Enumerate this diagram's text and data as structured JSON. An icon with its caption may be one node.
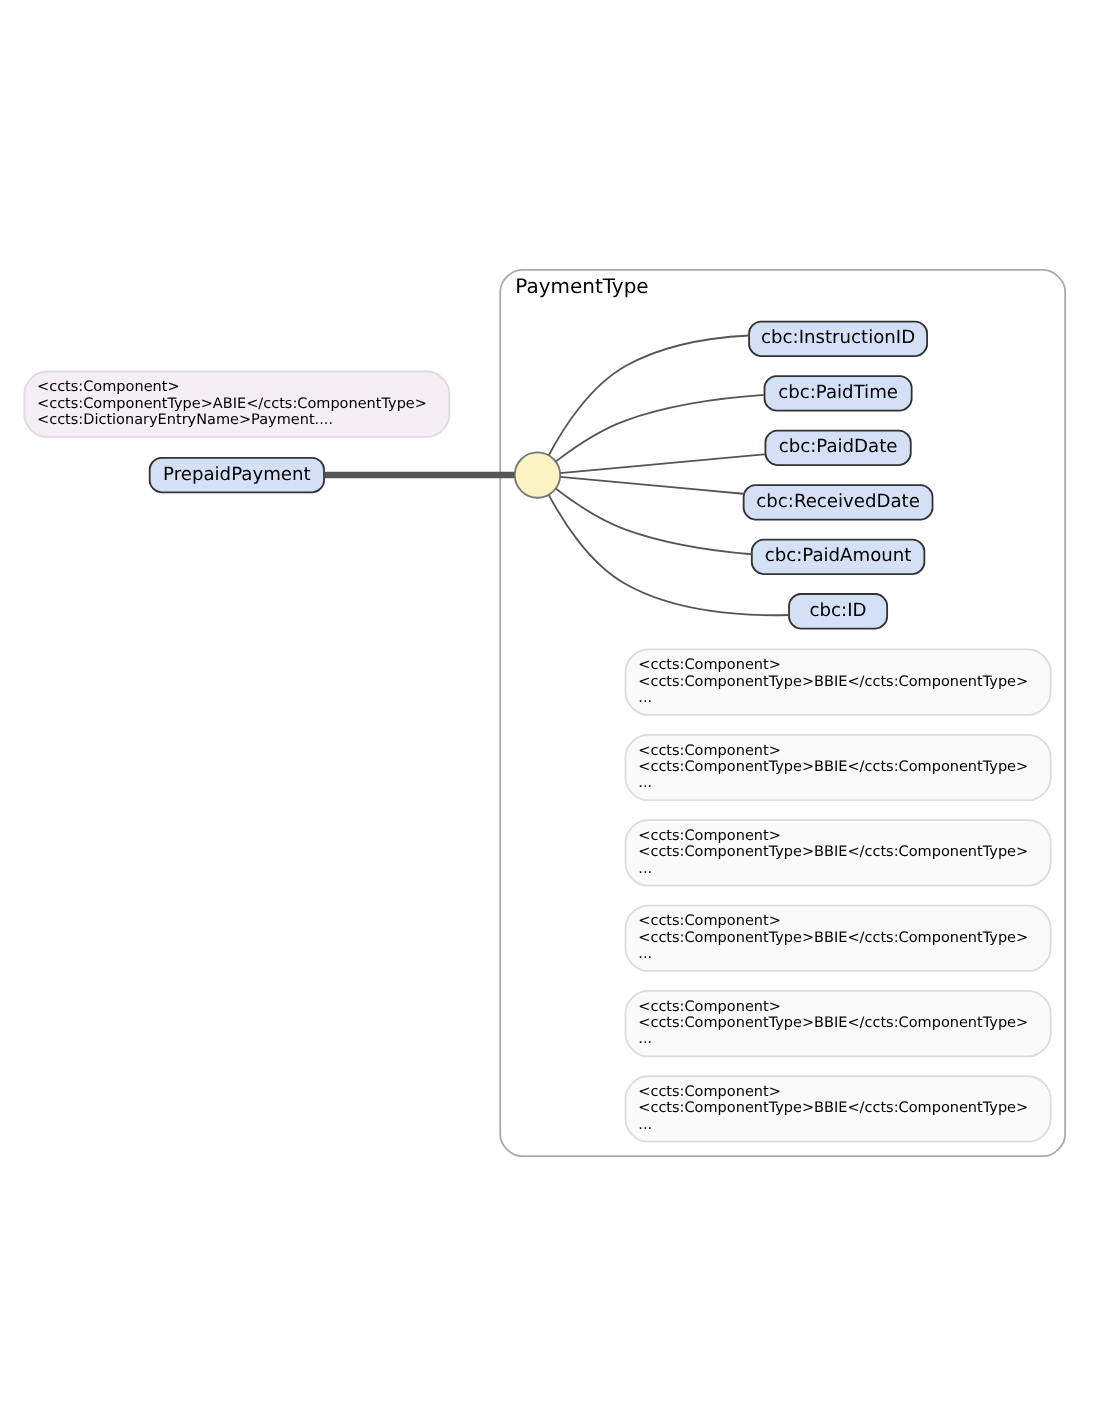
{
  "diagram": {
    "nodes": [
      {
        "text": [
          "PrepaidPayment"
        ]
      },
      {
        "text": [
          "PaymentType"
        ]
      },
      {
        "text": [],
        "shape": "circle",
        "in": 1
      },
      {
        "text": [
          "cbc:ID"
        ],
        "in": 1
      },
      {
        "text": [
          "<ccts:Component> <ccts:ComponentType>BBIE</ccts:ComponentType> ..."
        ],
        "in": 1
      },
      {
        "text": [
          "cbc:PaidAmount"
        ],
        "in": 1
      },
      {
        "text": [
          "<ccts:Component> <ccts:ComponentType>BBIE</ccts:ComponentType> ..."
        ],
        "in": 1
      },
      {
        "text": [
          "cbc:ReceivedDate"
        ],
        "in": 1
      },
      {
        "text": [
          "<ccts:Component> <ccts:ComponentType>BBIE</ccts:ComponentType> ..."
        ],
        "in": 1
      },
      {
        "text": [
          "cbc:PaidDate"
        ],
        "in": 1
      },
      {
        "text": [
          "<ccts:Component> <ccts:ComponentType>BBIE</ccts:ComponentType> ..."
        ],
        "in": 1
      },
      {
        "text": [
          "cbc:PaidTime"
        ],
        "in": 1
      },
      {
        "text": [
          "<ccts:Component> <ccts:ComponentType>BBIE</ccts:ComponentType> ..."
        ],
        "in": 1
      },
      {
        "text": [
          "cbc:InstructionID"
        ],
        "in": 1
      },
      {
        "text": [
          "<ccts:Component> <ccts:ComponentType>BBIE</ccts:ComponentType> ..."
        ],
        "in": 1
      },
      {
        "text": [
          "<ccts:Component> <ccts:ComponentType>ABIE</ccts:ComponentType> <ccts:DictionaryEntryName>Payment...."
        ]
      }
    ],
    "edges": [
      {
        "from": 0,
        "to": 2,
        "arrow": "none",
        "style": "thick"
      },
      {
        "from": 2,
        "to": 3,
        "arrow": "none"
      },
      {
        "from": 2,
        "to": 5,
        "arrow": "none"
      },
      {
        "from": 2,
        "to": 7,
        "arrow": "none"
      },
      {
        "from": 2,
        "to": 9,
        "arrow": "none"
      },
      {
        "from": 2,
        "to": 11,
        "arrow": "none"
      },
      {
        "from": 2,
        "to": 13,
        "arrow": "none"
      }
    ]
  }
}
